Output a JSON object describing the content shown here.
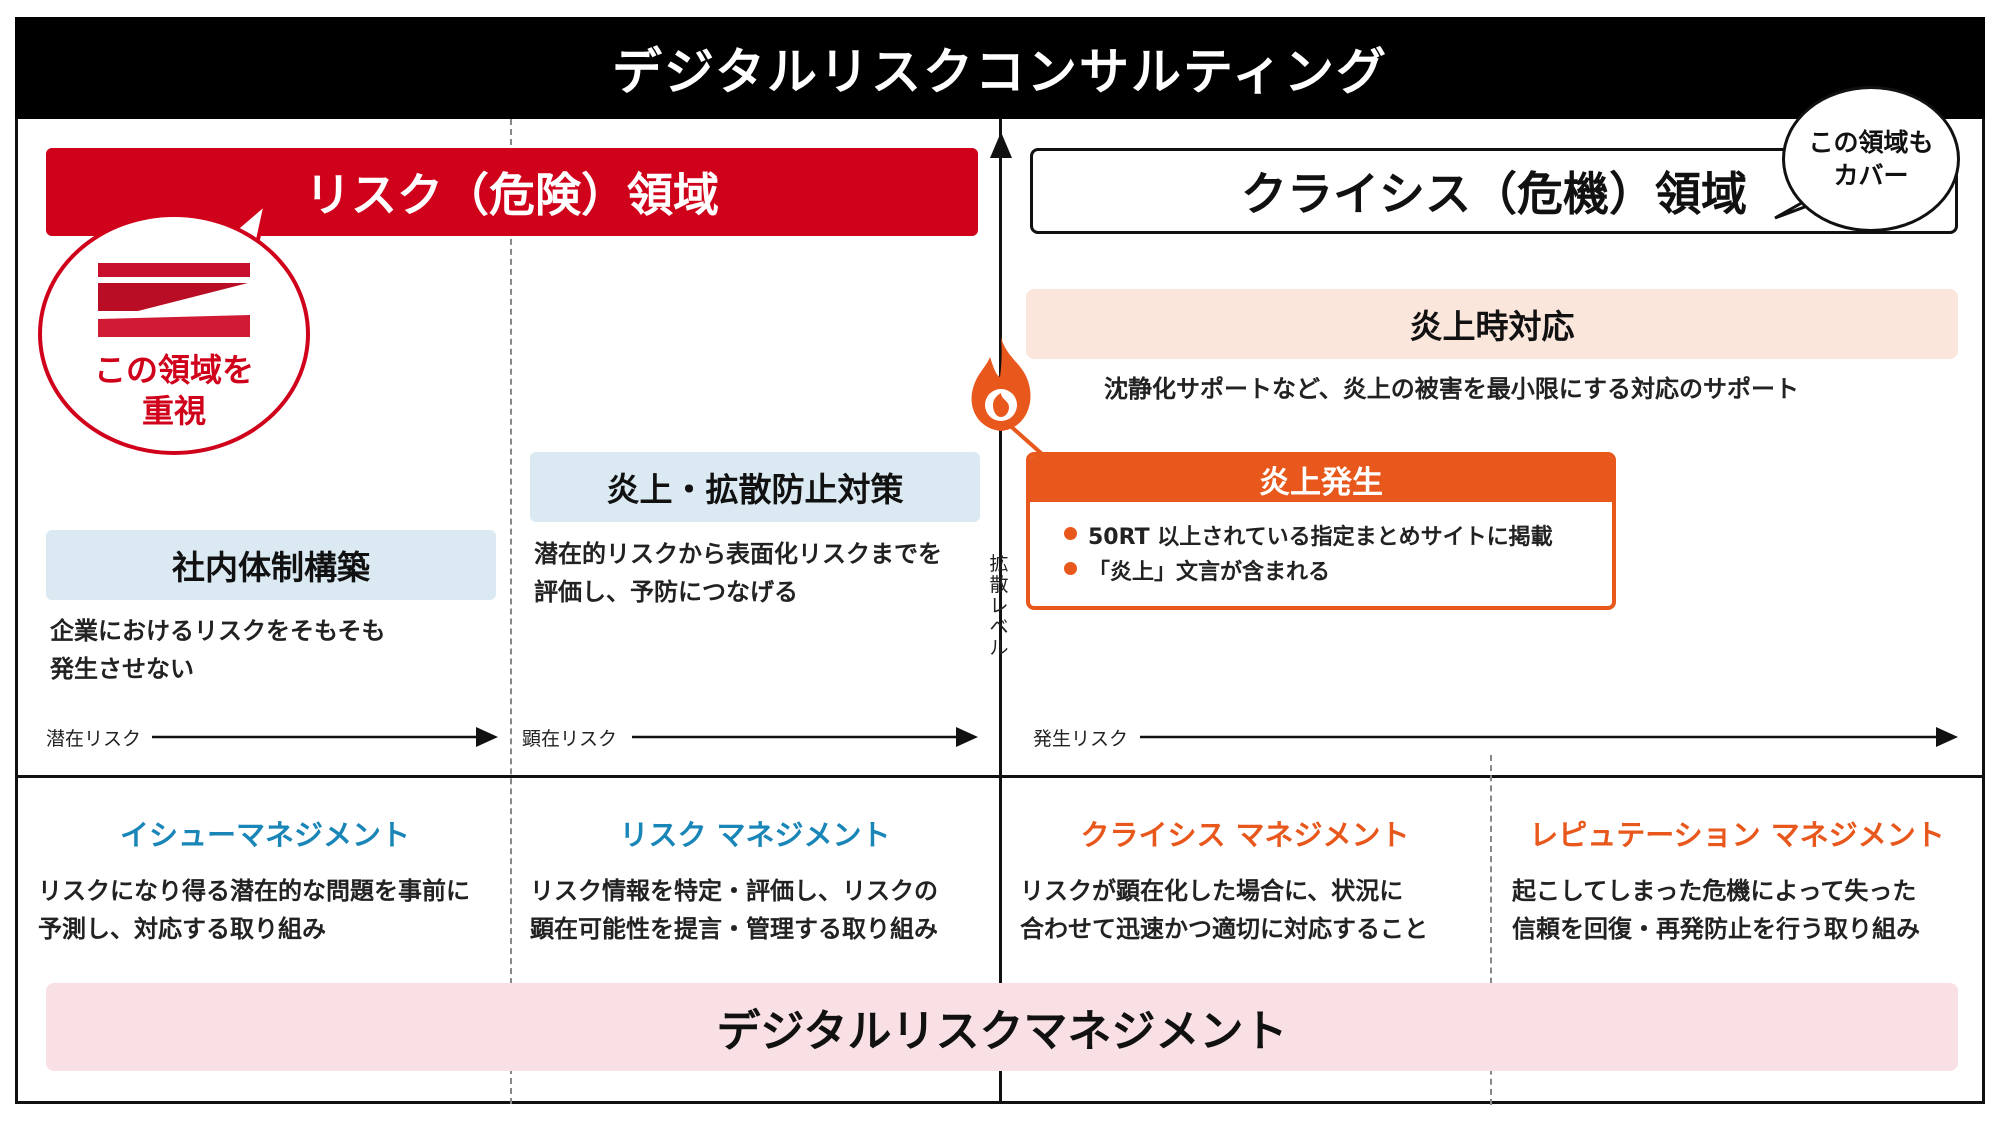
{
  "header": {
    "title": "デジタルリスクコンサルティング"
  },
  "colors": {
    "red": "#d0021b",
    "orange": "#e8581c",
    "blue_title": "#1a86b8",
    "blue_box": "#dbe9f2",
    "peach": "#fbe6dc",
    "pink": "#f8e0e4"
  },
  "risk_zone": {
    "banner": "リスク（危険）領域",
    "bubble_line1": "この領域を",
    "bubble_line2": "重視",
    "logo": "z-logo-icon"
  },
  "crisis_zone": {
    "banner": "クライシス（危機）領域",
    "bubble_line1": "この領域も",
    "bubble_line2": "カバー"
  },
  "internal": {
    "title": "社内体制構築",
    "desc_line1": "企業におけるリスクをそもそも",
    "desc_line2": "発生させない"
  },
  "prevention": {
    "title": "炎上・拡散防止対策",
    "desc_line1": "潜在的リスクから表面化リスクまでを",
    "desc_line2": "評価し、予防につなげる"
  },
  "response": {
    "title": "炎上時対応",
    "desc": "沈静化サポートなど、炎上の被害を最小限にする対応のサポート"
  },
  "outbreak": {
    "title": "炎上発生",
    "bullets": [
      "50RT 以上されている指定まとめサイトに掲載",
      "「炎上」文言が含まれる"
    ]
  },
  "axis": {
    "vertical_label": [
      "拡",
      "散",
      "レ",
      "ベ",
      "ル"
    ]
  },
  "risk_arrows": [
    "潜在リスク",
    "顕在リスク",
    "発生リスク"
  ],
  "management": [
    {
      "title": "イシューマネジメント",
      "desc_line1": "リスクになり得る潜在的な問題を事前に",
      "desc_line2": "予測し、対応する取り組み"
    },
    {
      "title": "リスク マネジメント",
      "desc_line1": "リスク情報を特定・評価し、リスクの",
      "desc_line2": "顕在可能性を提言・管理する取り組み"
    },
    {
      "title": "クライシス マネジメント",
      "desc_line1": "リスクが顕在化した場合に、状況に",
      "desc_line2": "合わせて迅速かつ適切に対応すること"
    },
    {
      "title": "レピュテーション マネジメント",
      "desc_line1": "起こしてしまった危機によって失った",
      "desc_line2": "信頼を回復・再発防止を行う取り組み"
    }
  ],
  "footer": {
    "label": "デジタルリスクマネジメント"
  }
}
